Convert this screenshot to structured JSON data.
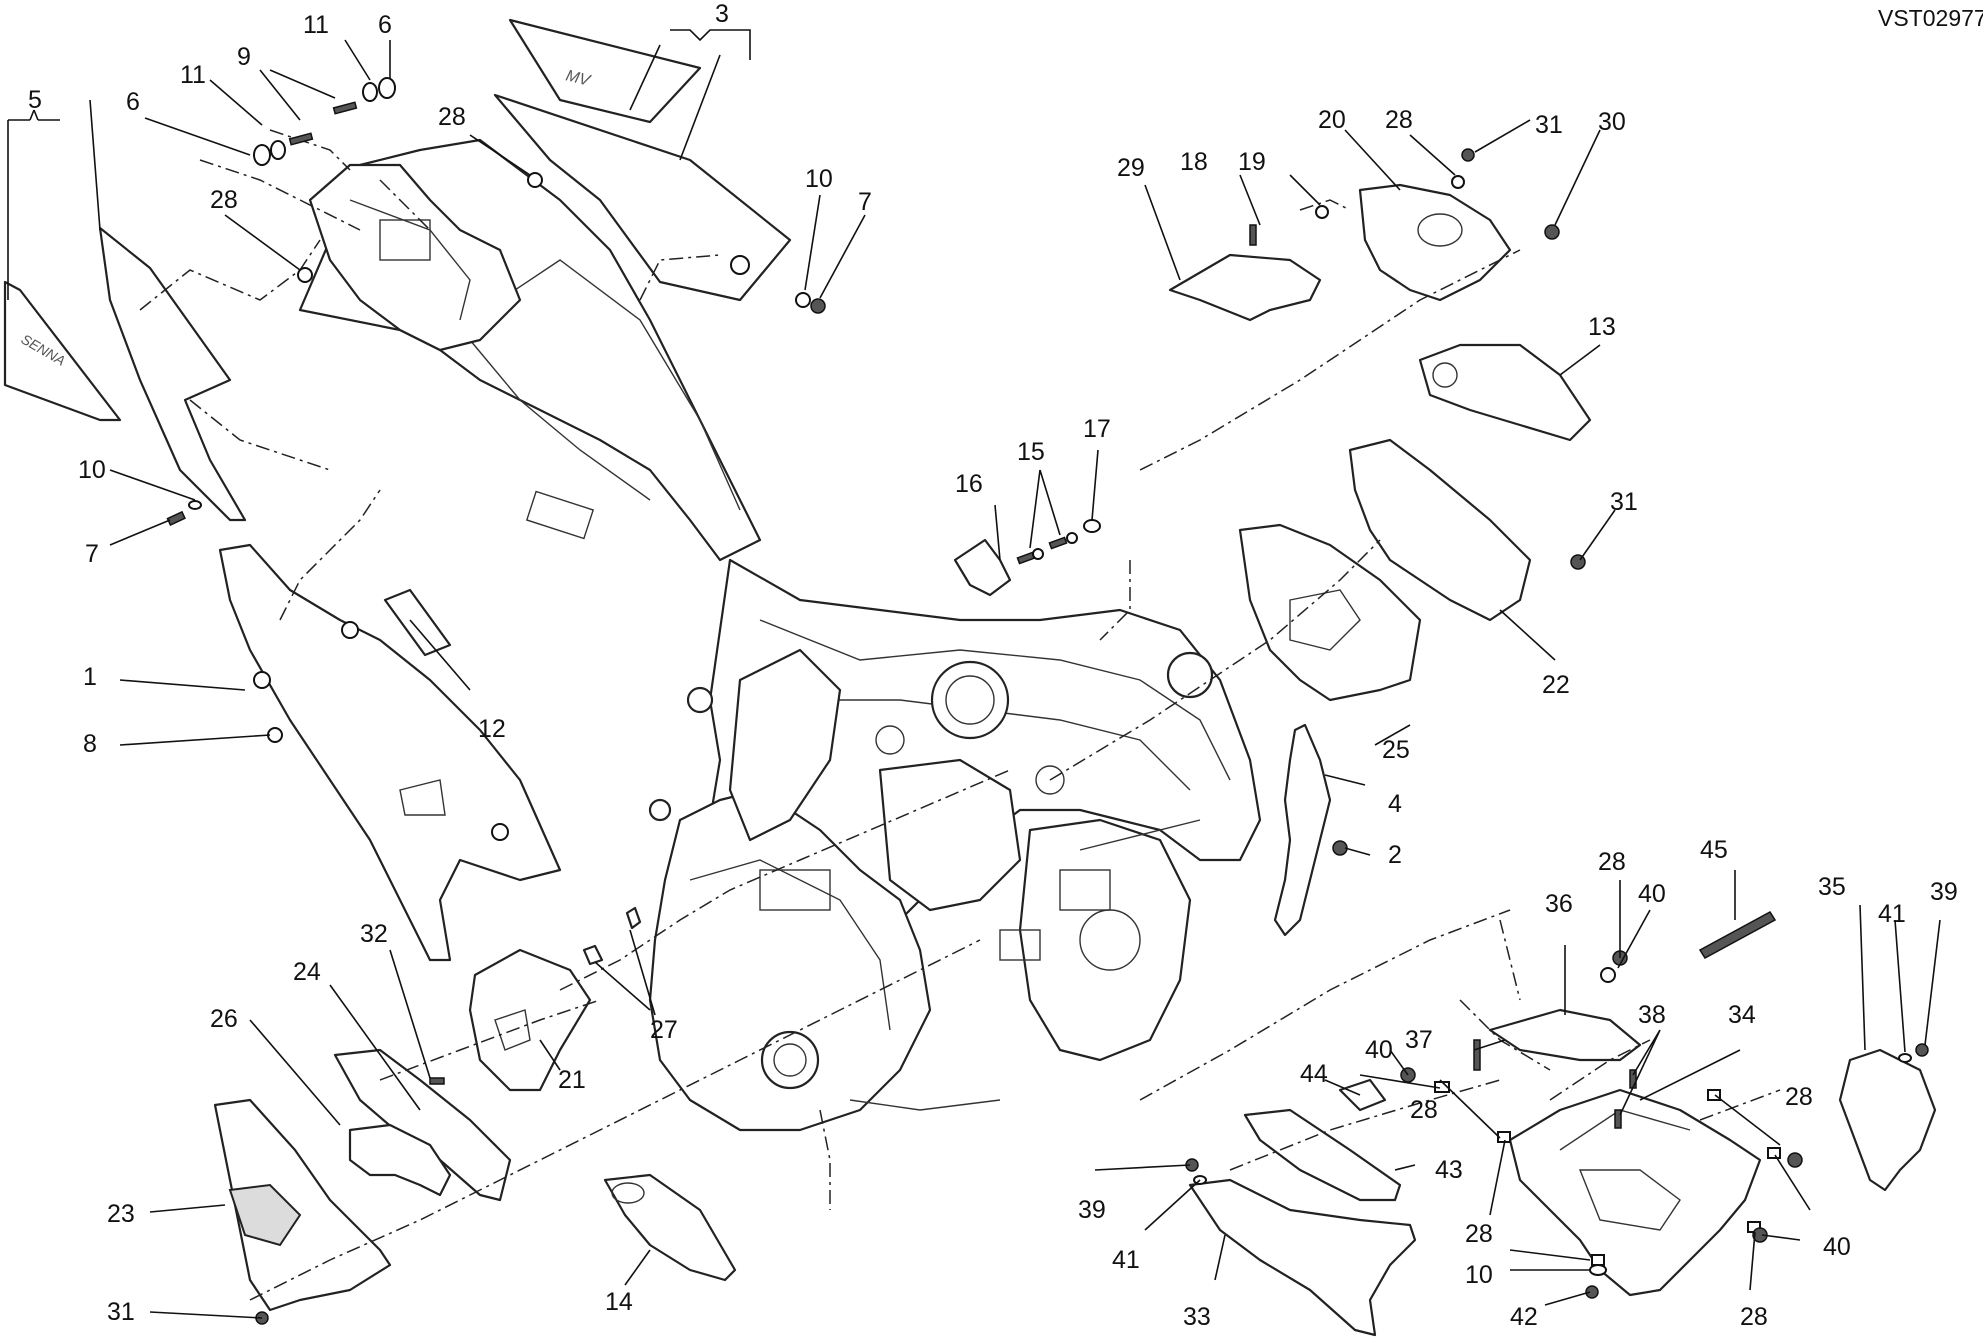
{
  "drawing_code": "VST02977",
  "labels": [
    "1",
    "2",
    "3",
    "4",
    "5",
    "6",
    "7",
    "8",
    "9",
    "10",
    "11",
    "12",
    "13",
    "14",
    "15",
    "16",
    "17",
    "18",
    "19",
    "20",
    "21",
    "22",
    "23",
    "24",
    "25",
    "26",
    "27",
    "28",
    "29",
    "30",
    "31",
    "32",
    "33",
    "34",
    "35",
    "36",
    "37",
    "38",
    "39",
    "40",
    "41",
    "42",
    "43",
    "44",
    "45"
  ],
  "decals": {
    "left_panel": "SENNA",
    "top_panel": "MV"
  }
}
